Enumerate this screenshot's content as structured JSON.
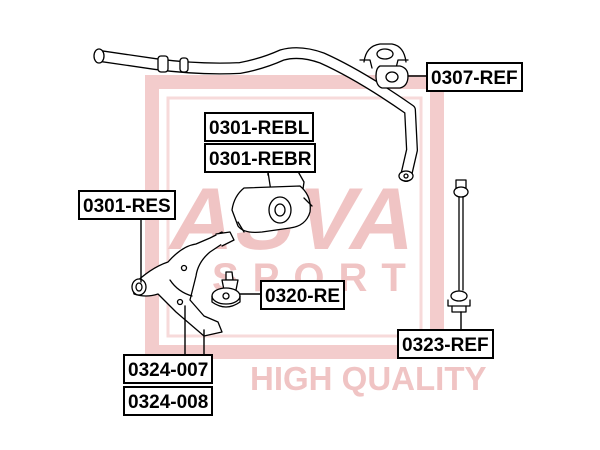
{
  "watermark": {
    "brand": "ASVA",
    "sub": "SPORT",
    "tagline": "HIGH QUALITY",
    "color": "#f0c4c4"
  },
  "labels": {
    "ref_0307": "0307-REF",
    "rebl": "0301-REBL",
    "rebr": "0301-REBR",
    "res": "0301-RES",
    "re_0320": "0320-RE",
    "ref_0323": "0323-REF",
    "p007": "0324-007",
    "p008": "0324-008"
  },
  "colors": {
    "line": "#000000",
    "part_fill": "#ffffff"
  }
}
